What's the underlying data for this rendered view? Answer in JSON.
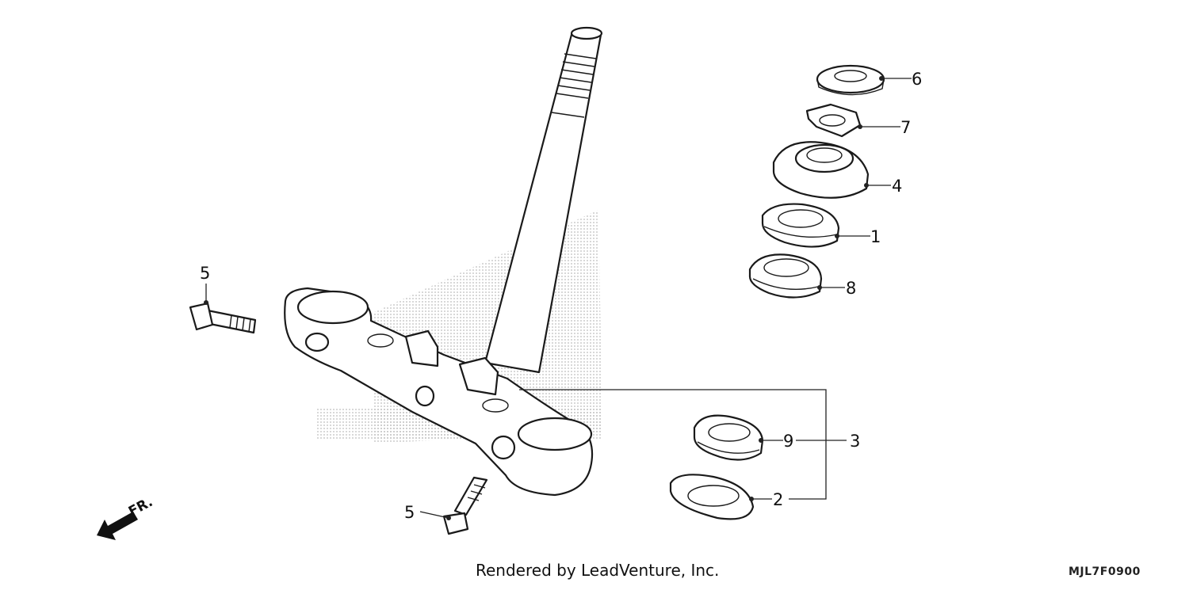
{
  "footer": {
    "rendered_by": "Rendered by LeadVenture, Inc.",
    "diagram_code": "MJL7F0900"
  },
  "direction_label": "FR.",
  "callouts": [
    "1",
    "2",
    "3",
    "4",
    "5",
    "5",
    "6",
    "7",
    "8",
    "9"
  ]
}
